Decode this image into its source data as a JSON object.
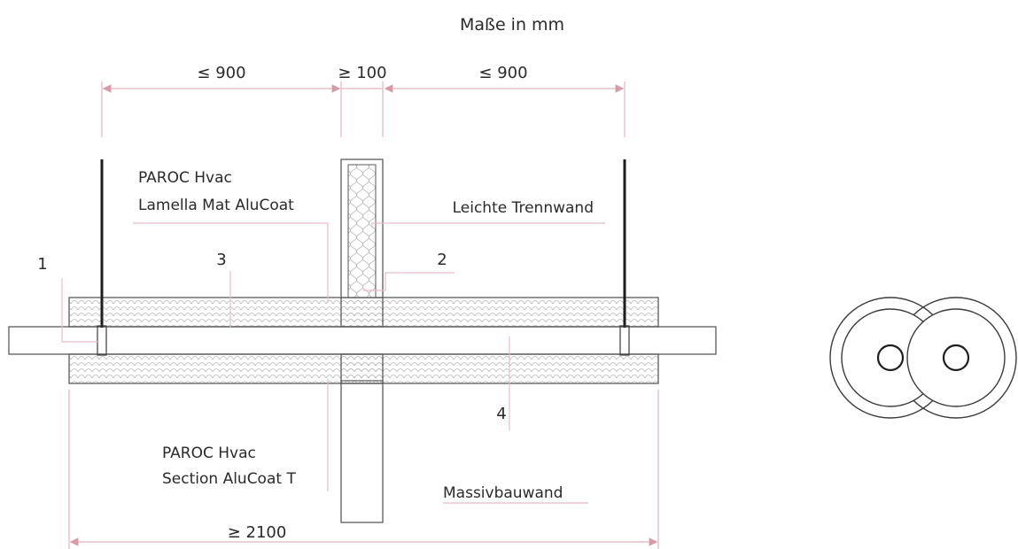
{
  "title": "Maße in mm",
  "dimensions": {
    "left_span": "≤ 900",
    "middle_gap": "≥ 100",
    "right_span": "≤ 900",
    "total_length": "≥ 2100"
  },
  "labels": {
    "lamella_line1": "PAROC Hvac",
    "lamella_line2": "Lamella Mat AluCoat",
    "partition": "Leichte Trennwand",
    "section_line1": "PAROC Hvac",
    "section_line2": "Section AluCoat T",
    "solid_wall": "Massivbauwand"
  },
  "callouts": {
    "c1": "1",
    "c2": "2",
    "c3": "3",
    "c4": "4"
  },
  "colors": {
    "dimension_line": "#e2b3bd",
    "outline": "#5a5a5a",
    "text": "#2a2a2a"
  }
}
